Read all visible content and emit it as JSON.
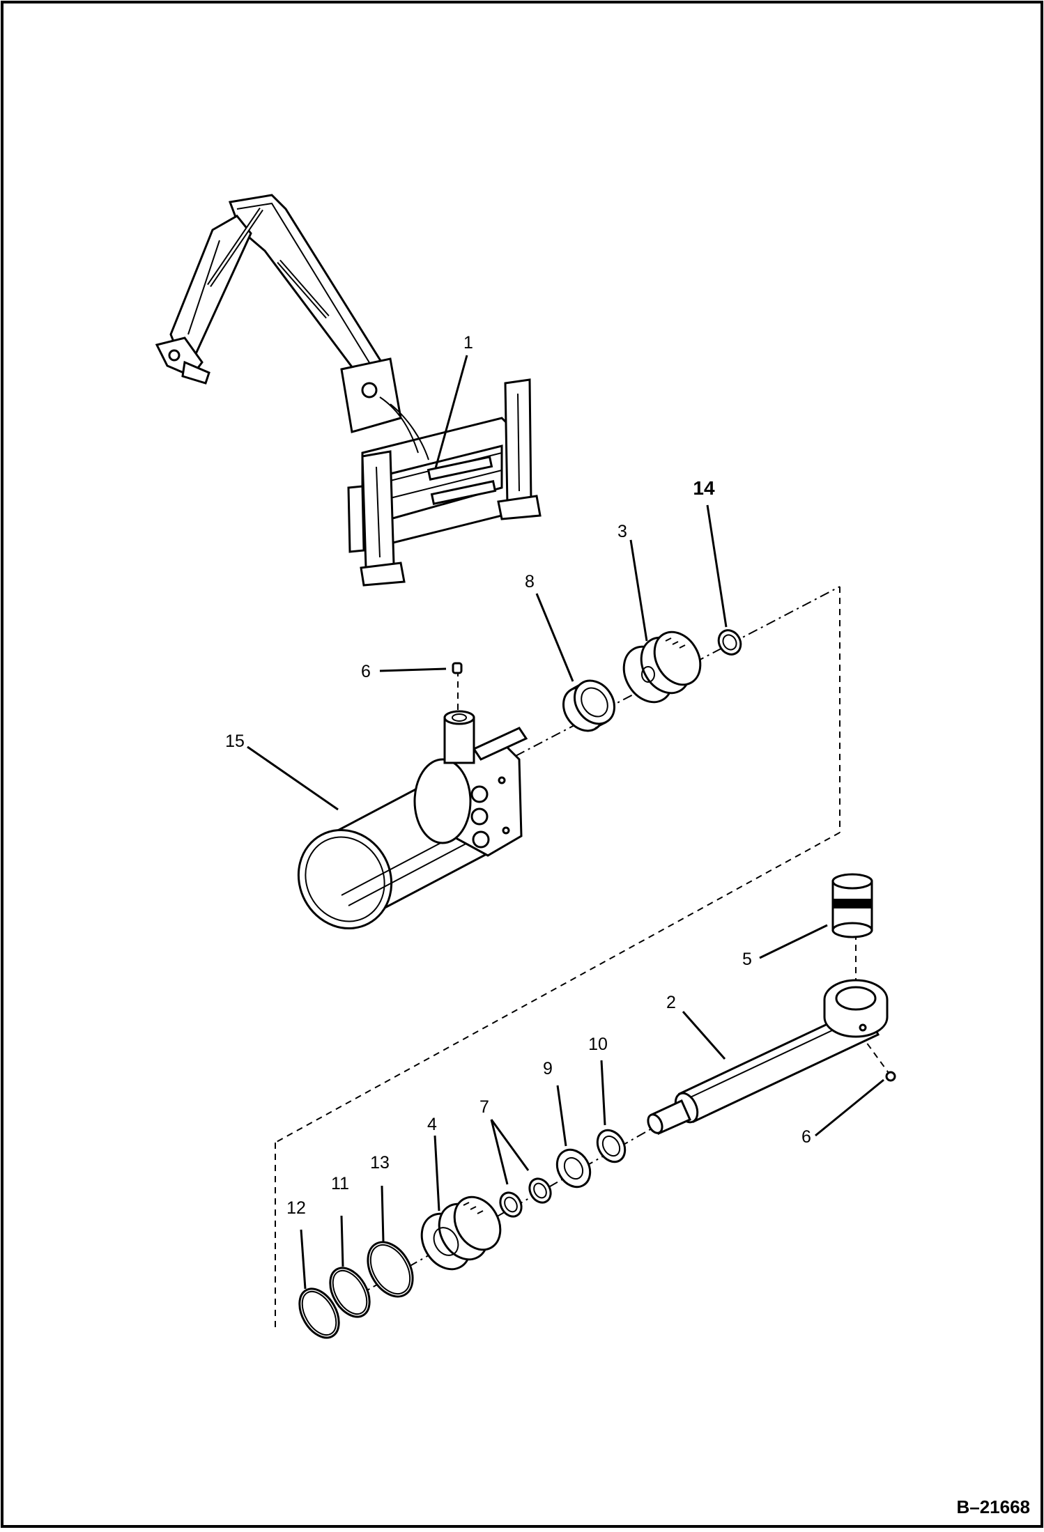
{
  "diagram": {
    "reference_code": "B–21668",
    "callouts": [
      {
        "id": "c1",
        "text": "1"
      },
      {
        "id": "c2",
        "text": "2"
      },
      {
        "id": "c3",
        "text": "3"
      },
      {
        "id": "c4",
        "text": "4"
      },
      {
        "id": "c5",
        "text": "5"
      },
      {
        "id": "c6a",
        "text": "6"
      },
      {
        "id": "c6b",
        "text": "6"
      },
      {
        "id": "c7",
        "text": "7"
      },
      {
        "id": "c8",
        "text": "8"
      },
      {
        "id": "c9",
        "text": "9"
      },
      {
        "id": "c10",
        "text": "10"
      },
      {
        "id": "c11",
        "text": "11"
      },
      {
        "id": "c12",
        "text": "12"
      },
      {
        "id": "c13",
        "text": "13"
      },
      {
        "id": "c14",
        "text": "14"
      },
      {
        "id": "c15",
        "text": "15"
      }
    ]
  }
}
